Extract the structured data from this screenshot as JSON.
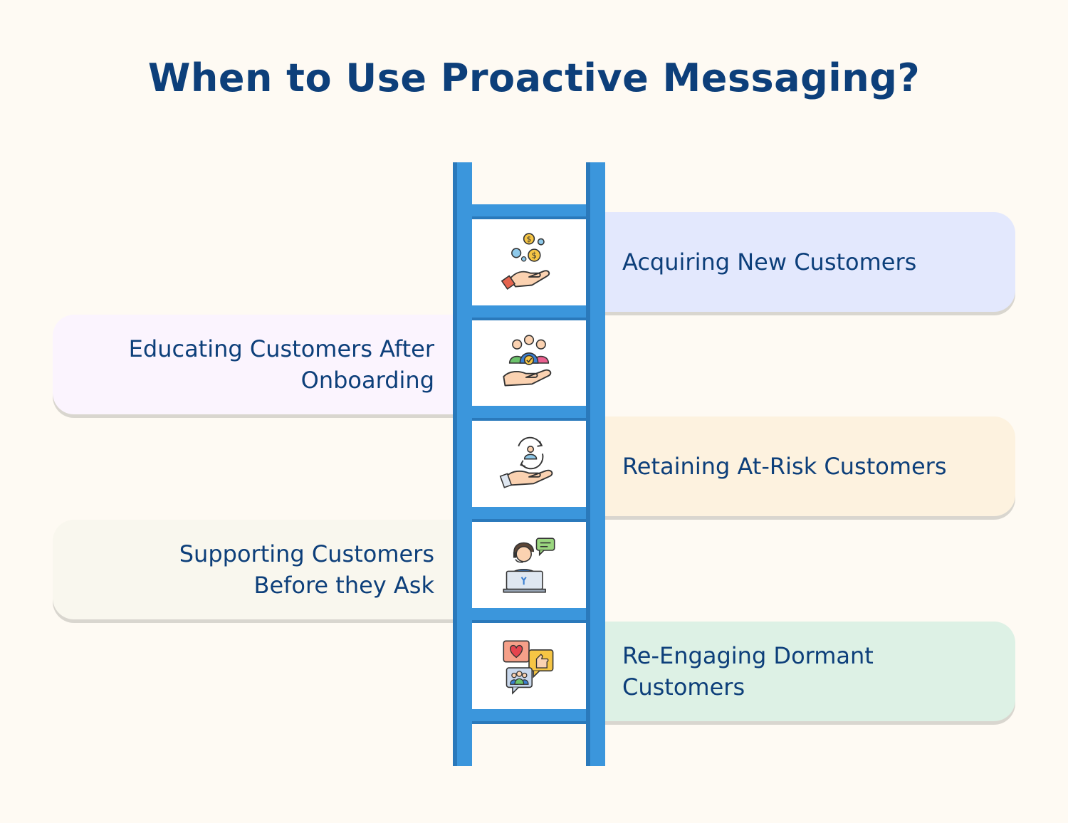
{
  "title": "When to Use Proactive Messaging?",
  "steps": [
    {
      "label": "Acquiring New Customers",
      "icon": "hand-coins-icon",
      "side": "right",
      "color": "#e3e8fd"
    },
    {
      "label": "Educating Customers After Onboarding",
      "icon": "hand-people-icon",
      "side": "left",
      "color": "#fbf4fe"
    },
    {
      "label": "Retaining At-Risk Customers",
      "icon": "hand-retention-icon",
      "side": "right",
      "color": "#fdf2df"
    },
    {
      "label": "Supporting Customers Before they Ask",
      "icon": "support-agent-icon",
      "side": "left",
      "color": "#f9f7ee"
    },
    {
      "label": "Re-Engaging Dormant Customers",
      "icon": "social-engagement-icon",
      "side": "right",
      "color": "#ddf1e5"
    }
  ],
  "colors": {
    "title": "#0d3f7a",
    "ladder": "#3b96dc",
    "ladder_shadow": "#2a79bb",
    "background": "#fefaf3"
  }
}
